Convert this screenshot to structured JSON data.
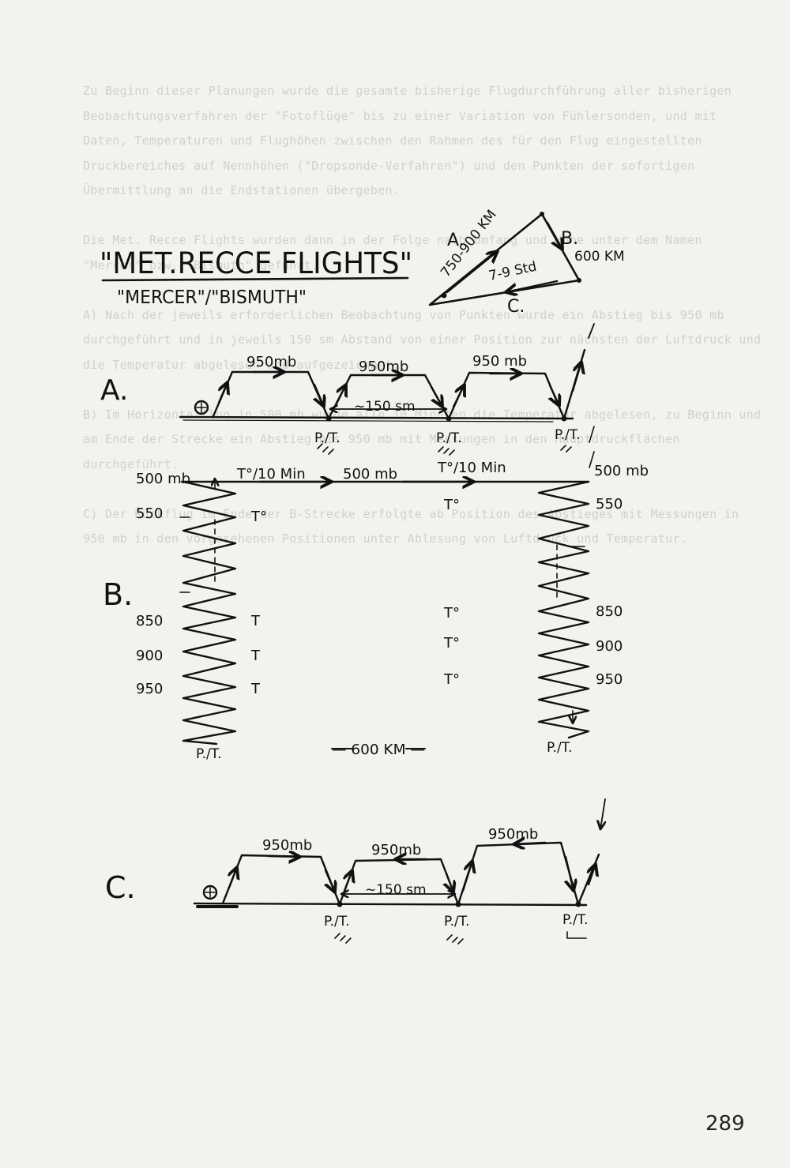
{
  "page": {
    "title": "\"MET.RECCE FLIGHTS\"",
    "subtitle": "\"MERCER\"/\"BISMUTH\"",
    "page_number": "289"
  },
  "overview": {
    "leg_a": "A.",
    "leg_b": "B.",
    "leg_c": "C.",
    "dist_a": "750-900 KM",
    "dist_b": "600 KM",
    "duration": "7-9 Std"
  },
  "section_a": {
    "letter": "A.",
    "level1": "950mb",
    "level2": "950mb",
    "level3": "950 mb",
    "distance": "~150 sm",
    "station1": "P./T.",
    "station2": "P./T.",
    "station3": "P./T."
  },
  "section_b": {
    "letter": "B.",
    "level_500_left": "500 mb",
    "level_500_mid": "500 mb",
    "level_500_right": "500 mb",
    "t_interval_1": "T°/10 Min",
    "t_interval_2": "T°/10 Min",
    "left_550": "550",
    "left_850": "850",
    "left_900": "900",
    "left_950": "950",
    "right_550": "550",
    "right_850": "850",
    "right_900": "900",
    "right_950": "950",
    "t_marks": [
      "T°",
      "T°",
      "T",
      "T°",
      "T",
      "T°",
      "T",
      "T°"
    ],
    "station_bottom": "P./T.",
    "station_bottom_right": "P./T.",
    "distance": "— 600 KM —"
  },
  "section_c": {
    "letter": "C.",
    "level1": "950mb",
    "level2": "950mb",
    "level3": "950mb",
    "distance": "~150 sm",
    "station1": "P./T.",
    "station2": "P./T.",
    "station3": "P./T."
  },
  "background_text": "Zu Beginn dieser Planungen wurde die gesamte bisherige Flugdurchführung aller bisherigen Beobachtungsverfahren der \"Fotoflüge\" bis zu einer Variation von Fühlersonden, und mit Daten, Temperaturen und Flughöhen zwischen den Rahmen des für den Flug eingestellten Druckbereiches auf Nennhöhen (\"Dropsonde-Verfahren\") und den Punkten der sofortigen Übermittlung an die Endstationen übergeben.\n\nDie Met. Recce Flights wurden dann in der Folge nach Umfang und Höhe unter dem Namen \"Mercer\" bzw. \"Bismuth\" geführt.\n\nA) Nach der jeweils erforderlichen Beobachtung von Punkten wurde ein Abstieg bis 950 mb durchgeführt und in jeweils 150 sm Abstand von einer Position zur nächsten der Luftdruck und die Temperatur abgelesen und aufgezeichnet.\n\nB) Im Horizontalflug in 500 mb wurde alle 10 Minuten die Temperatur abgelesen, zu Beginn und am Ende der Strecke ein Abstieg bis 950 mb mit Messungen in den Hauptdruckflächen durchgeführt.\n\nC) Der Rückflug im Ende der B-Strecke erfolgte ab Position des Abstieges mit Messungen in 950 mb in den vorgesehenen Positionen unter Ablesung von Luftdruck und Temperatur."
}
